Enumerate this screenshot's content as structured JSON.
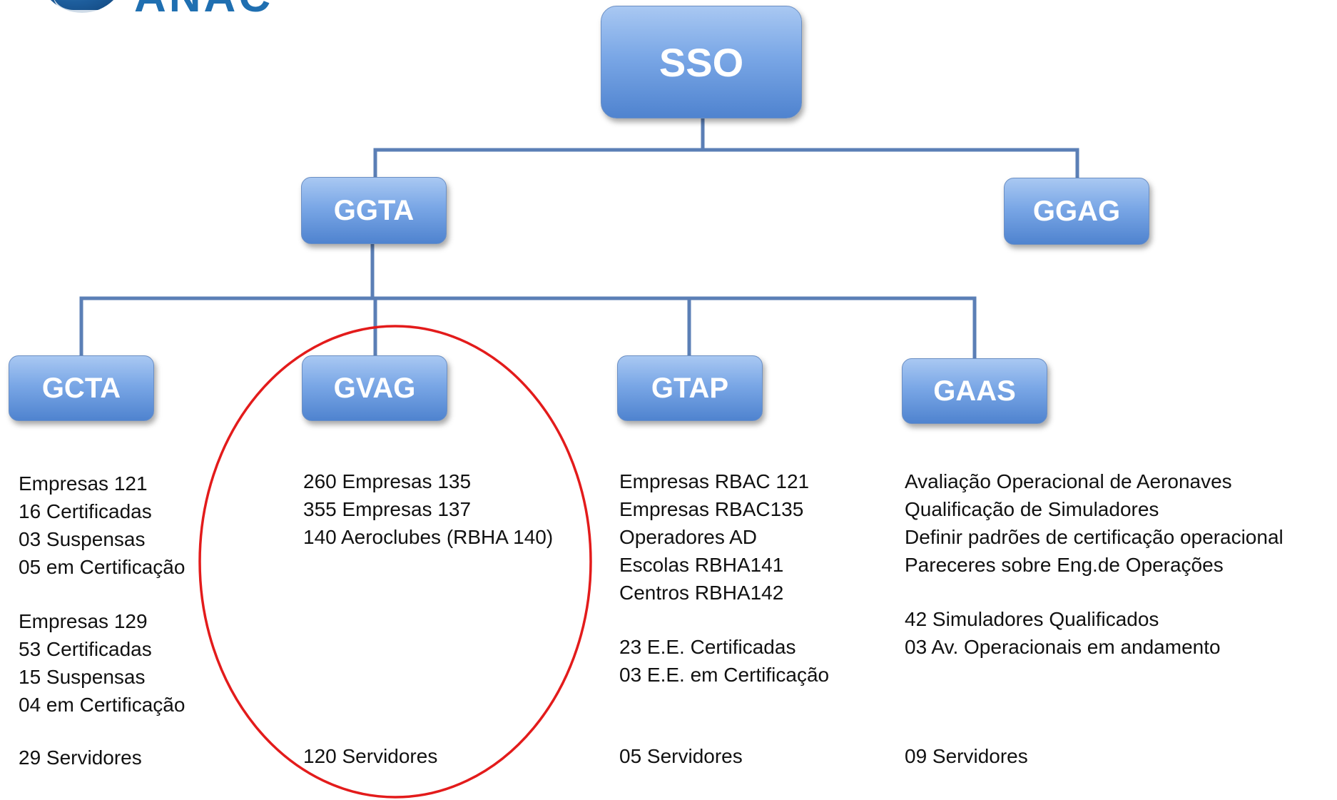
{
  "logo": {
    "text": "ANAC"
  },
  "colors": {
    "node_top": "#a9c8f2",
    "node_bottom": "#4f83cf",
    "connector": "#5b7fb6",
    "highlight": "#e31b1b",
    "text": "#111111"
  },
  "nodes": {
    "sso": "SSO",
    "ggta": "GGTA",
    "ggag": "GGAG",
    "gcta": "GCTA",
    "gvag": "GVAG",
    "gtap": "GTAP",
    "gaas": "GAAS"
  },
  "details": {
    "gcta": {
      "group1": [
        "Empresas 121",
        "16 Certificadas",
        "03 Suspensas",
        "05 em Certificação"
      ],
      "group2": [
        "Empresas 129",
        "53 Certificadas",
        "15 Suspensas",
        "04 em Certificação"
      ],
      "staff": "29 Servidores"
    },
    "gvag": {
      "group1": [
        "260 Empresas 135",
        "355 Empresas 137",
        "140 Aeroclubes (RBHA 140)"
      ],
      "staff": "120 Servidores"
    },
    "gtap": {
      "group1": [
        "Empresas RBAC 121",
        "Empresas RBAC135",
        "Operadores AD",
        "Escolas RBHA141",
        "Centros RBHA142"
      ],
      "group2": [
        "23 E.E. Certificadas",
        "03 E.E. em Certificação"
      ],
      "staff": "05 Servidores"
    },
    "gaas": {
      "group1": [
        "Avaliação Operacional de Aeronaves",
        "Qualificação de Simuladores",
        "Definir padrões de certificação operacional",
        "Pareceres sobre  Eng.de  Operações"
      ],
      "group2": [
        "42 Simuladores Qualificados",
        "03 Av. Operacionais em andamento"
      ],
      "staff": "09 Servidores"
    }
  }
}
